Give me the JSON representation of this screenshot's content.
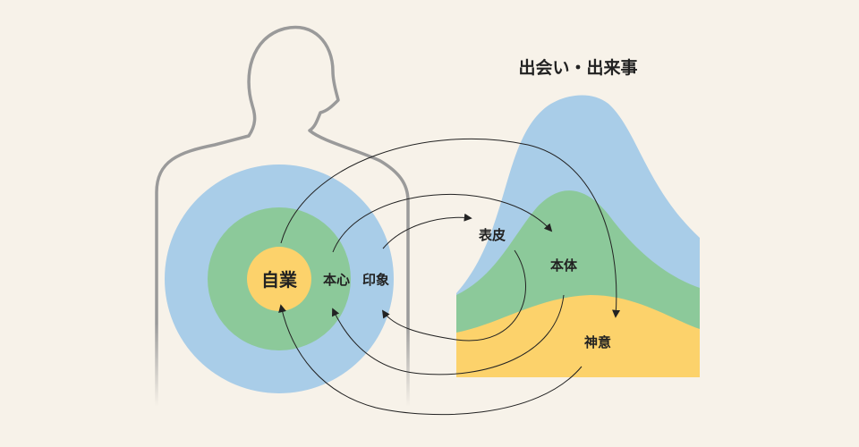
{
  "colors": {
    "background": "#f7f2e9",
    "outer_ring": "#a9cde8",
    "middle_ring": "#8cc99a",
    "core": "#fcd26b",
    "silhouette": "#9a9a9a",
    "arrow": "#222222"
  },
  "title": "出会い・出来事",
  "layers": {
    "core_label": "自業",
    "middle_label": "本心",
    "outer_label": "印象"
  },
  "mountain": {
    "top_label": "表皮",
    "middle_label": "本体",
    "bottom_label": "神意"
  }
}
